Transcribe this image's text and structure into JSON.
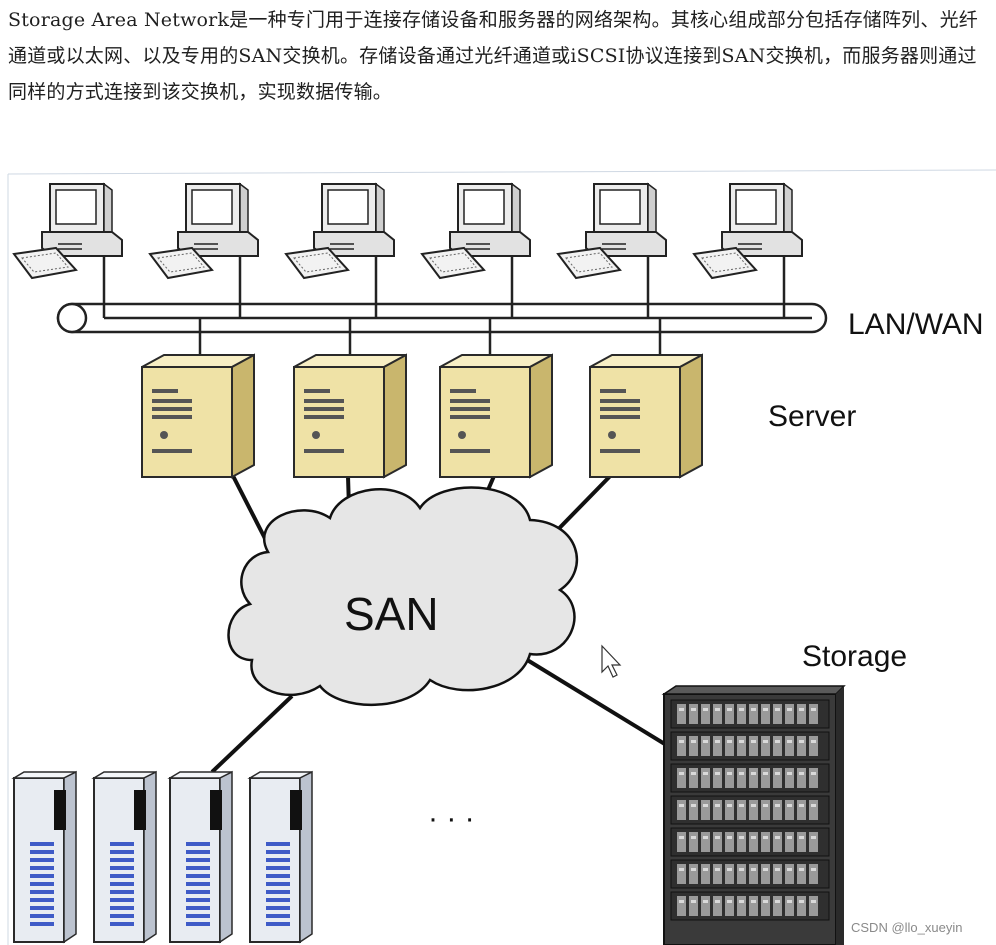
{
  "intro": {
    "text": "Storage Area Network是一种专门用于连接存储设备和服务器的网络架构。其核心组成部分包括存储阵列、光纤通道或以太网、以及专用的SAN交换机。存储设备通过光纤通道或iSCSI协议连接到SAN交换机，而服务器则通过同样的方式连接到该交换机，实现数据传输。"
  },
  "diagram": {
    "labels": {
      "lan_wan": "LAN/WAN",
      "server": "Server",
      "san": "SAN",
      "storage": "Storage",
      "ellipsis": "· · ·"
    },
    "counts": {
      "workstations": 6,
      "servers": 4,
      "storage_towers": 4
    },
    "colors": {
      "server_body": "#efe2a6",
      "server_side": "#c9b66d",
      "monitor": "#e9e9e9",
      "cloud": "#e6e6e6",
      "tower_stripe": "#3f5bc7",
      "rack": "#3a3a3a"
    },
    "icons": [
      "workstation-icon",
      "server-icon",
      "cloud-icon",
      "storage-tower-icon",
      "storage-rack-icon",
      "mouse-cursor-icon"
    ]
  },
  "watermark": {
    "text": "CSDN @llo_xueyin"
  }
}
